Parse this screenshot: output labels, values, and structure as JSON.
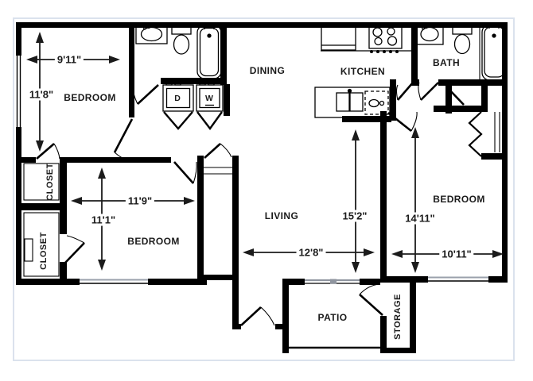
{
  "floorplan": {
    "bedroom1": {
      "label": "BEDROOM",
      "width": "9'11\"",
      "height": "11'8\""
    },
    "bedroom2": {
      "label": "BEDROOM",
      "width": "11'9\"",
      "height": "11'1\""
    },
    "bedroom3": {
      "label": "BEDROOM",
      "width": "10'11\"",
      "height": "14'11\""
    },
    "living": {
      "label": "LIVING",
      "width": "12'8\"",
      "height": "15'2\""
    },
    "dining": {
      "label": "DINING"
    },
    "kitchen": {
      "label": "KITCHEN"
    },
    "bath": {
      "label": "BATH"
    },
    "patio": {
      "label": "PATIO"
    },
    "storage": {
      "label": "STORAGE"
    },
    "closet_upper": {
      "label": "CLOSET"
    },
    "closet_lower": {
      "label": "CLOSET"
    },
    "dryer": {
      "label": "D"
    },
    "washer": {
      "label": "W"
    },
    "colors": {
      "wall": "#000000",
      "text": "#1b1b1b",
      "frame": "#dbe2ed",
      "background": "#ffffff"
    }
  }
}
